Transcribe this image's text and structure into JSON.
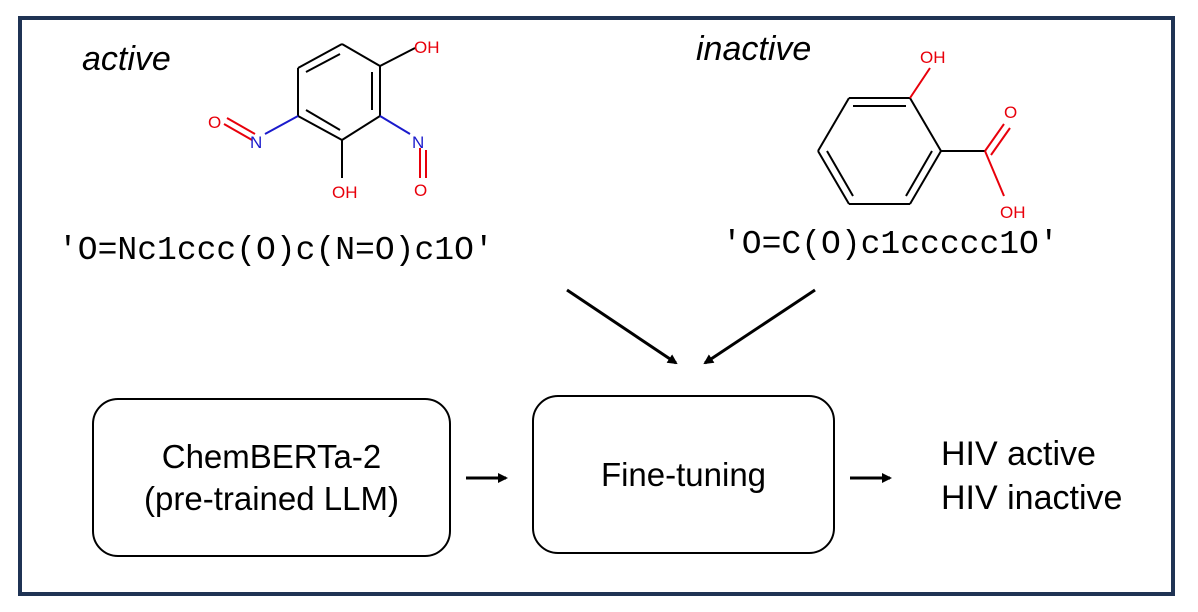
{
  "active_label": "active",
  "inactive_label": "inactive",
  "active_smiles": "'O=Nc1ccc(O)c(N=O)c1O'",
  "inactive_smiles": "'O=C(O)c1ccccc1O'",
  "atoms": {
    "oh": "OH",
    "o": "O",
    "n": "N"
  },
  "boxes": {
    "pretrained_line1": "ChemBERTa-2",
    "pretrained_line2": "(pre-trained LLM)",
    "finetune": "Fine-tuning"
  },
  "outputs": {
    "active": "HIV active",
    "inactive": "HIV inactive"
  },
  "colors": {
    "frame": "#1f3354",
    "oxygen": "#e8000b",
    "nitrogen": "#1a1acc"
  }
}
